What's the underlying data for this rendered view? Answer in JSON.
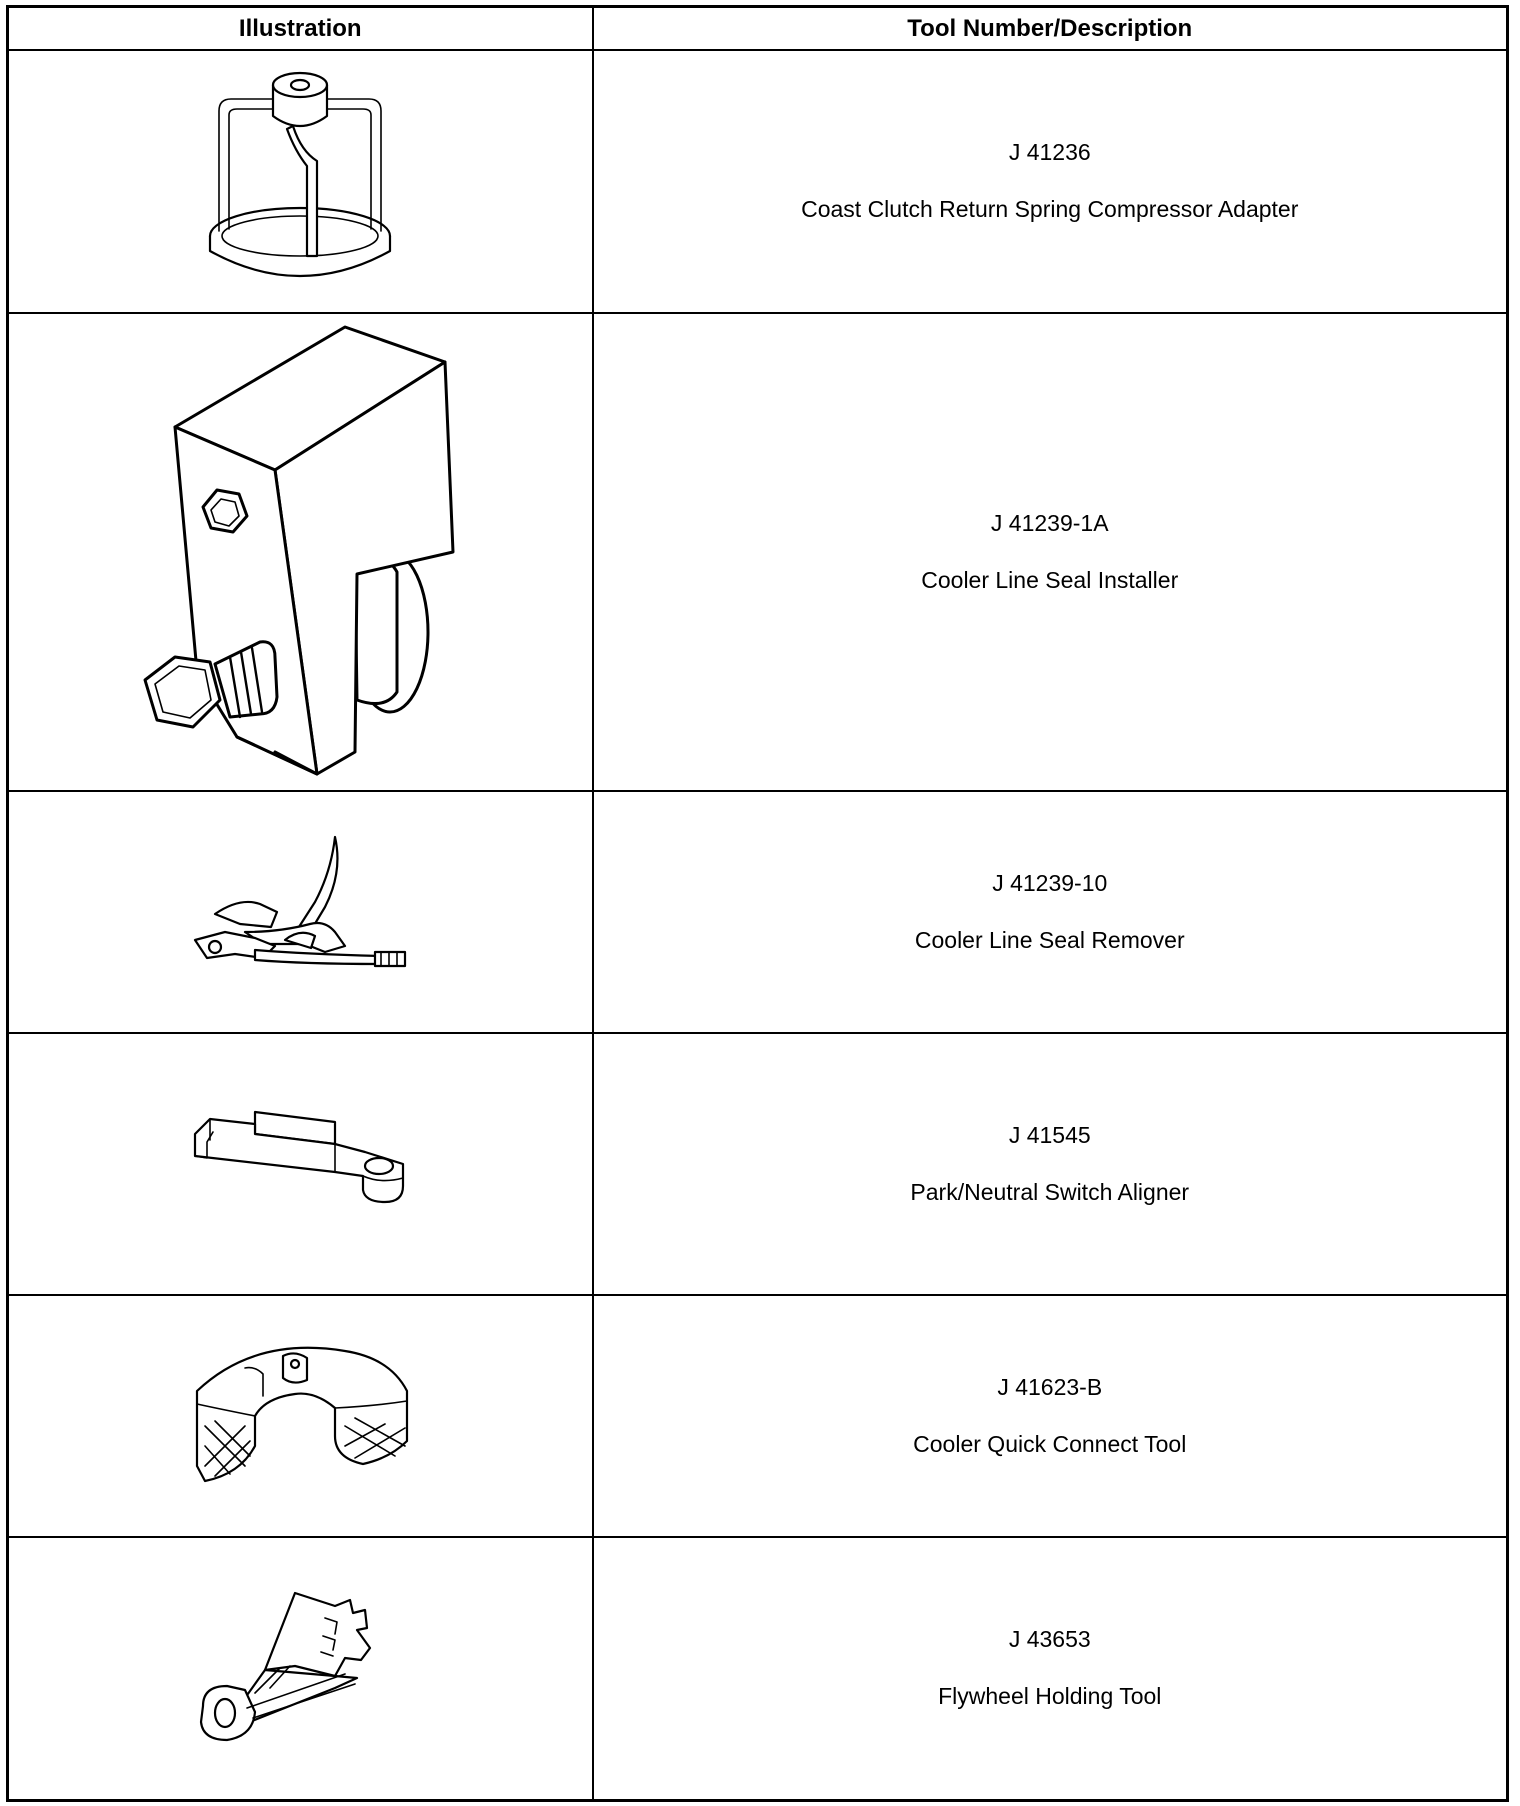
{
  "table": {
    "headers": {
      "illustration": "Illustration",
      "tool": "Tool Number/Description"
    },
    "rows": [
      {
        "number": "J 41236",
        "description": "Coast Clutch Return Spring Compressor Adapter",
        "icon": "spring-compressor-adapter-icon"
      },
      {
        "number": "J 41239-1A",
        "description": "Cooler Line Seal Installer",
        "icon": "seal-installer-icon"
      },
      {
        "number": "J 41239-10",
        "description": "Cooler Line Seal Remover",
        "icon": "seal-remover-pliers-icon"
      },
      {
        "number": "J 41545",
        "description": "Park/Neutral Switch Aligner",
        "icon": "switch-aligner-icon"
      },
      {
        "number": "J 41623-B",
        "description": "Cooler Quick Connect Tool",
        "icon": "quick-connect-tool-icon"
      },
      {
        "number": "J 43653",
        "description": "Flywheel Holding Tool",
        "icon": "flywheel-holding-tool-icon"
      }
    ]
  }
}
